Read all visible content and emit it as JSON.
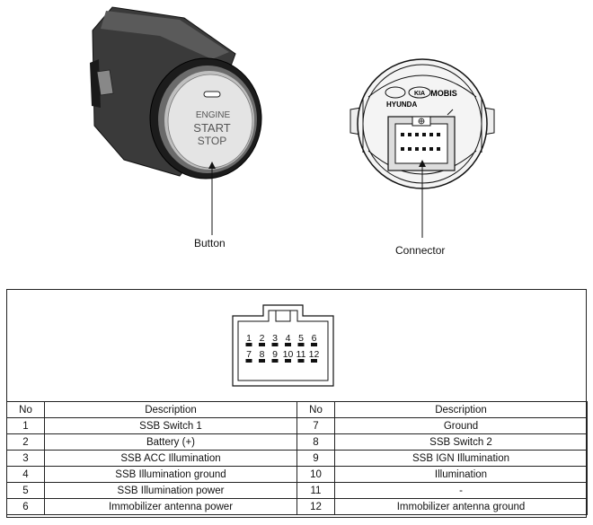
{
  "labels": {
    "button": "Button",
    "connector": "Connector"
  },
  "button_face": {
    "line1": "ENGINE",
    "line2": "START",
    "line3": "STOP"
  },
  "brands": {
    "hyundai": "HYUNDA",
    "kia": "KIA",
    "mobis": "MOBIS"
  },
  "connector_pins": {
    "top_row": [
      "1",
      "2",
      "3",
      "4",
      "5",
      "6"
    ],
    "bottom_row": [
      "7",
      "8",
      "9",
      "10",
      "11",
      "12"
    ]
  },
  "table": {
    "headers": [
      "No",
      "Description",
      "No",
      "Description"
    ],
    "rows": [
      [
        "1",
        "SSB Switch 1",
        "7",
        "Ground"
      ],
      [
        "2",
        "Battery (+)",
        "8",
        "SSB Switch 2"
      ],
      [
        "3",
        "SSB ACC Illumination",
        "9",
        "SSB IGN Illumination"
      ],
      [
        "4",
        "SSB Illumination ground",
        "10",
        "Illumination"
      ],
      [
        "5",
        "SSB Illumination power",
        "11",
        "-"
      ],
      [
        "6",
        "Immobilizer antenna power",
        "12",
        "Immobilizer antenna ground"
      ]
    ]
  }
}
